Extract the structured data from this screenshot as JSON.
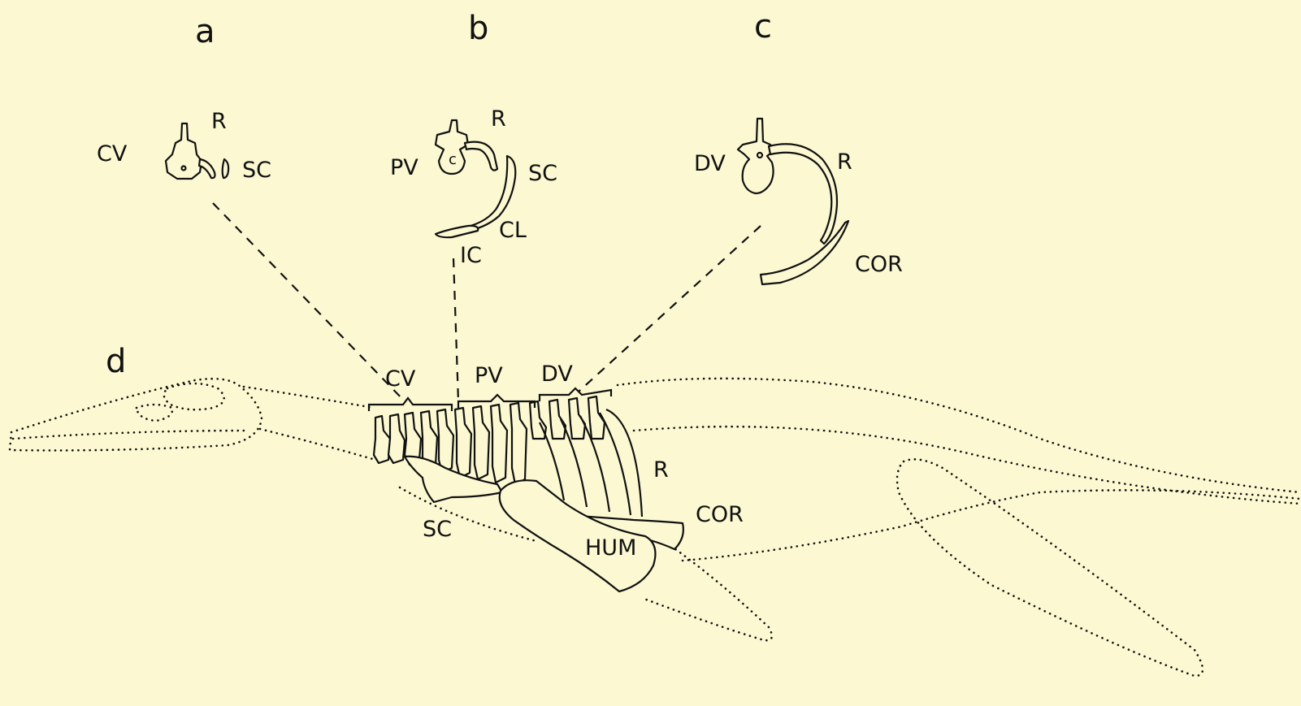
{
  "figure": {
    "panels": {
      "a": {
        "letter": "a",
        "labels": {
          "cv": "CV",
          "r": "R",
          "sc": "SC"
        }
      },
      "b": {
        "letter": "b",
        "labels": {
          "pv": "PV",
          "r": "R",
          "sc": "SC",
          "cl": "CL",
          "ic": "IC",
          "centrum": "c"
        }
      },
      "c": {
        "letter": "c",
        "labels": {
          "dv": "DV",
          "r": "R",
          "cor": "COR"
        }
      },
      "d": {
        "letter": "d",
        "labels": {
          "cv": "CV",
          "pv": "PV",
          "dv": "DV",
          "r": "R",
          "cor": "COR",
          "sc": "SC",
          "hum": "HUM"
        }
      }
    }
  },
  "colors": {
    "background": "#fbf8d2",
    "ink": "#111111"
  }
}
